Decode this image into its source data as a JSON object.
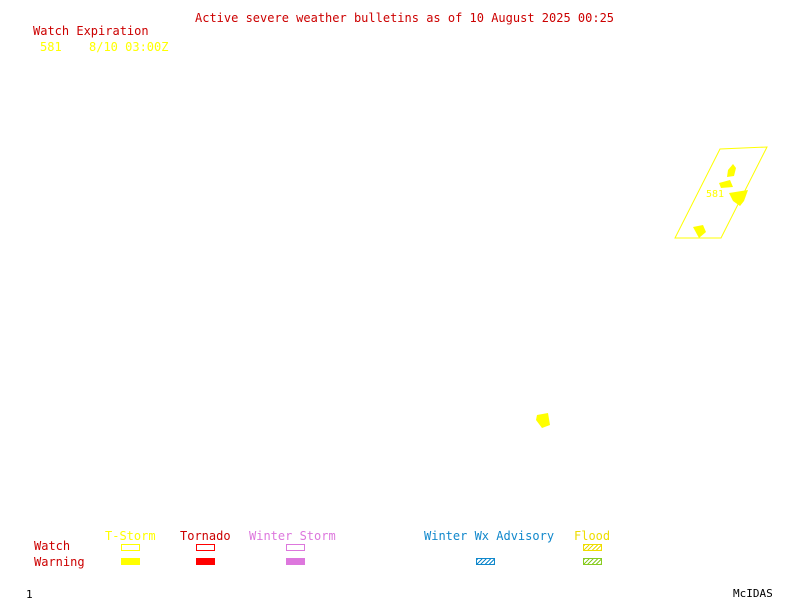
{
  "header": {
    "title": "Active severe weather bulletins as of 10 August 2025 00:25"
  },
  "watch_list": {
    "heading": "Watch Expiration",
    "items": [
      {
        "id": "581",
        "expiration": "8/10 03:00Z"
      }
    ]
  },
  "map": {
    "watch_label": "581"
  },
  "legend": {
    "row_watch": "Watch",
    "row_warning": "Warning",
    "categories": {
      "tstorm": "T-Storm",
      "tornado": "Tornado",
      "winter_storm": "Winter Storm",
      "winter_wx": "Winter Wx Advisory",
      "flood": "Flood"
    }
  },
  "footer": {
    "frame": "1",
    "brand": "McIDAS"
  },
  "colors": {
    "header": "#cc0000",
    "tstorm": "#ffff00",
    "tornado": "#ff0000",
    "winter_storm": "#dd77dd",
    "winter_wx": "#1188cc",
    "flood": "#88cc22",
    "flood_label": "#eedd00"
  }
}
